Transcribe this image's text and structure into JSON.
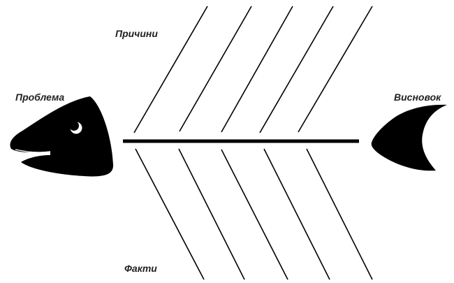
{
  "labels": {
    "problem": "Проблема",
    "causes": "Причини",
    "facts": "Факти",
    "conclusion": "Висновок"
  },
  "icons": {
    "head": "fish-head-icon",
    "tail": "fish-tail-icon"
  },
  "colors": {
    "ink": "#000000",
    "text": "#222222",
    "background": "#ffffff"
  }
}
